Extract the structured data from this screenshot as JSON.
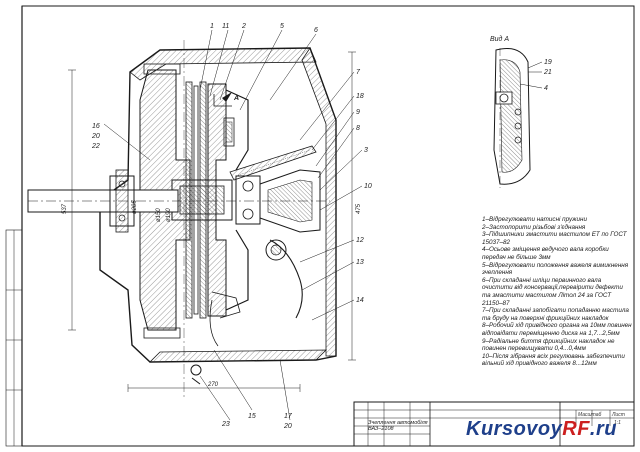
{
  "view_label": "Вид А",
  "section_marker": "А",
  "callouts": {
    "c1": "1",
    "c11": "11",
    "c2": "2",
    "c5": "5",
    "c6": "6",
    "c7": "7",
    "c18": "18",
    "c9": "9",
    "c8": "8",
    "c3": "3",
    "c10": "10",
    "c12": "12",
    "c13": "13",
    "c14": "14",
    "c16": "16",
    "c20": "20",
    "c22": "22",
    "c23": "23",
    "c15": "15",
    "c17": "17",
    "c20b": "20",
    "c19": "19",
    "c21": "21",
    "c4": "4"
  },
  "dimensions": {
    "d537": "537",
    "d475": "475",
    "d270": "270",
    "d_s1": "ø205",
    "d_s2": "ø150",
    "d_s3": "ø190"
  },
  "notes": [
    "1–Відрегулювати натиснi пружини",
    "2–Застопорити різьбові з'єднання",
    "3–Підшипники змастити мастилом ЕТ по ГОСТ 15037–82",
    "4–Осьове зміщення ведучого вала коробки передач не більше 3мм",
    "5–Відрегулювати положення важеля вимикнення зчеплення",
    "6–При складанні шліци первинного вала очистити від консервації,перевірити дефекти та змастити мастилом Літол 24 за ГОСТ 21150–87",
    "7–При складанні запобігати попаданню мастила та бруду на поверхні фрикційних накладок",
    "8–Робочий хід привідного органа на 10мм повинен відповідати переміщенню диска на 1,7...2,5мм",
    "9–Радіальне биття фрикційних накладок не повинен перевищувати 0,4...0,4мм",
    "10–Після зібрання всіх регулювань забезпечити вільний хід привідного важеля 8...12мм"
  ],
  "title_block": {
    "document_name": "Зчеплення автомобіля ВАЗ–2108",
    "mass_label": "Масштаб",
    "sheet_label": "Лист",
    "scale": "1:1"
  },
  "watermark": {
    "part1": "Kursovoy",
    "part2": "RF",
    "part3": ".ru"
  },
  "colors": {
    "line": "#1a1a1a",
    "hatch": "#555555",
    "brand_blue": "#1e3f8a",
    "brand_red": "#cc1f1f"
  }
}
